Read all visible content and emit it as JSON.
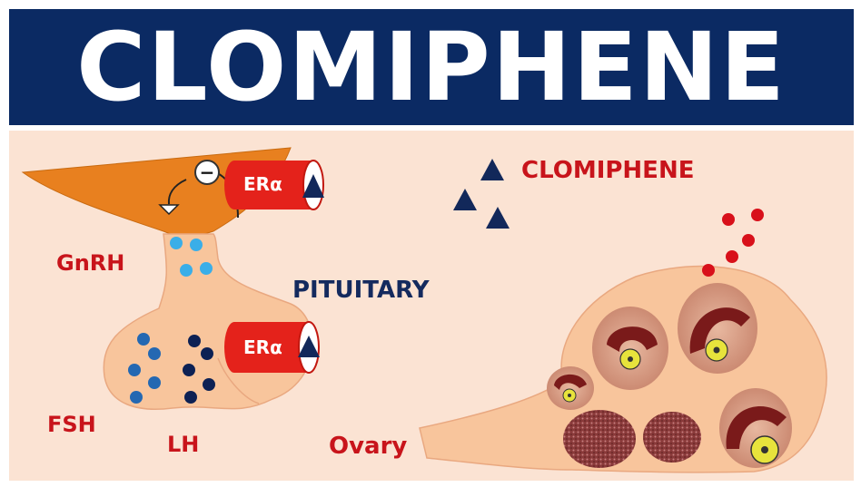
{
  "title": "CLOMIPHENE",
  "labels": {
    "clomiphene": "CLOMIPHENE",
    "pituitary": "PITUITARY",
    "gnrh": "GnRH",
    "fsh": "FSH",
    "lh": "LH",
    "ovary": "Ovary",
    "receptor_hypothalamus": "ERα",
    "receptor_pituitary": "ERα",
    "inhibition_symbol": "−"
  },
  "colors": {
    "banner": "#0b2a63",
    "background": "#fbe3d3",
    "hypothalamus": "#e8801f",
    "pituitary": "#f8c59c",
    "label_red": "#c8141b",
    "label_navy": "#142a5e",
    "drug_triangle": "#12285a",
    "gnrh_dots": "#3aaee8",
    "fsh_dots": "#2468b2",
    "lh_dots": "#0d2154",
    "ovary_follicle": "#7a1a1a",
    "egg": "#e7e33c"
  },
  "icons": [
    "drug-triangle",
    "receptor-cylinder",
    "inhibition-circle",
    "feedback-arrow"
  ]
}
